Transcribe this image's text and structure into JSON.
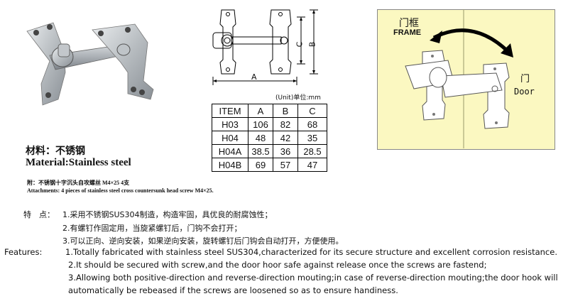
{
  "material": {
    "cn": "材料：不锈钢",
    "en": "Material:Stainless steel"
  },
  "attachments": {
    "cn": "附：不锈钢十字沉头自攻螺丝 M4×25 4支",
    "en": "Attachments: 4 pieces of stainless steel  cross countersunk head screw M4×25."
  },
  "drawing": {
    "dim_a": "A",
    "dim_b": "B",
    "dim_c": "C",
    "unit": "(Unit)单位:mm"
  },
  "spec_table": {
    "headers": [
      "ITEM",
      "A",
      "B",
      "C"
    ],
    "rows": [
      [
        "H03",
        "106",
        "82",
        "68"
      ],
      [
        "H04",
        "48",
        "42",
        "35"
      ],
      [
        "H04A",
        "38.5",
        "36",
        "28.5"
      ],
      [
        "H04B",
        "69",
        "57",
        "47"
      ]
    ]
  },
  "install_diagram": {
    "frame_cn": "门框",
    "frame_en": "FRAME",
    "door_cn": "门",
    "door_en": "Door",
    "colors": {
      "panel": "#fbf8c1",
      "arrow": "#000000"
    }
  },
  "features": {
    "cn_label": "特　点：",
    "cn": [
      "1.采用不锈钢SUS304制造，构造牢固，具优良的耐腐蚀性；",
      "2.有螺钉作固定用，当旋紧螺钉后，门钩不会打开；",
      "3.可以正向、逆向安装，如果逆向安装，旋转螺钉后门钩会自动打开，方便使用。"
    ],
    "en_label": "Features:",
    "en": [
      "1.Totally fabricated with stainless steel SUS304,characterized for its secure structure and excellent corrosion resistance.",
      "2.It should be secured with screw,and the door hoor safe against release once the screws are fastend;",
      "3.Allowing both positive-direction and reverse-direction mouting;in case of reverse-direction mouting;the door hook will",
      "automatically be rebeased if the screws are loosened so as to ensure handiness."
    ]
  }
}
